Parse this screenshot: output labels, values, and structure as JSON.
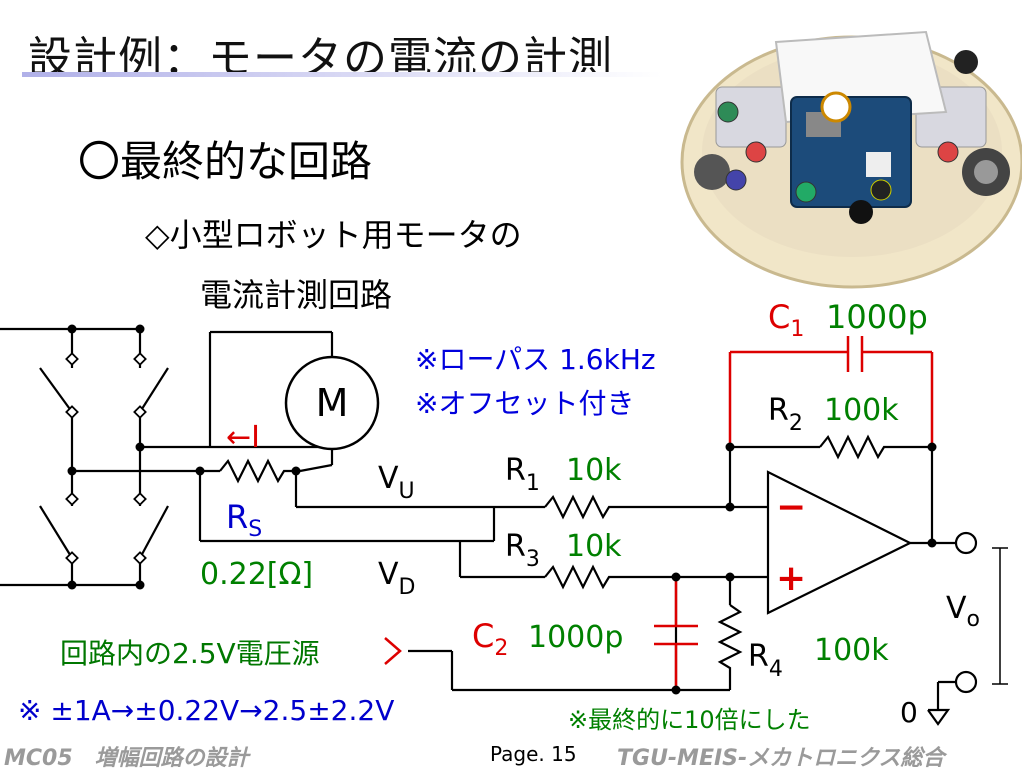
{
  "title": "設計例：モータの電流の計測",
  "heading": "〇最終的な回路",
  "subheading_line1": "◇小型ロボット用モータの",
  "subheading_line2": "電流計測回路",
  "notes": {
    "lowpass": "※ローパス 1.6kHz",
    "offset": "※オフセット付き"
  },
  "circuit": {
    "motor": "M",
    "current": "←I",
    "rs_label": "R",
    "rs_sub": "S",
    "rs_value": "0.22[Ω]",
    "vu": "V",
    "vu_sub": "U",
    "vd": "V",
    "vd_sub": "D",
    "r1": "R",
    "r1_sub": "1",
    "r1_value": "10k",
    "r2": "R",
    "r2_sub": "2",
    "r2_value": "100k",
    "r3": "R",
    "r3_sub": "3",
    "r3_value": "10k",
    "r4": "R",
    "r4_sub": "4",
    "r4_value": "100k",
    "c1": "C",
    "c1_sub": "1",
    "c1_value": "1000p",
    "c2": "C",
    "c2_sub": "2",
    "c2_value": "1000p",
    "minus": "−",
    "plus": "+",
    "vo": "V",
    "vo_sub": "o",
    "ground": "0",
    "internal_source": "回路内の2.5V電圧源"
  },
  "conversion": "※ ±1A→±0.22V→2.5±2.2V",
  "final_note": "※最終的に10倍にした",
  "footer": {
    "left": "MC05　増幅回路の設計",
    "page": "Page. 15",
    "right": "TGU-MEIS-メカトロニクス総合"
  },
  "colors": {
    "wire": "#000000",
    "blue_text": "#0000dd",
    "green_text": "#008000",
    "red_component": "#dd0000"
  }
}
